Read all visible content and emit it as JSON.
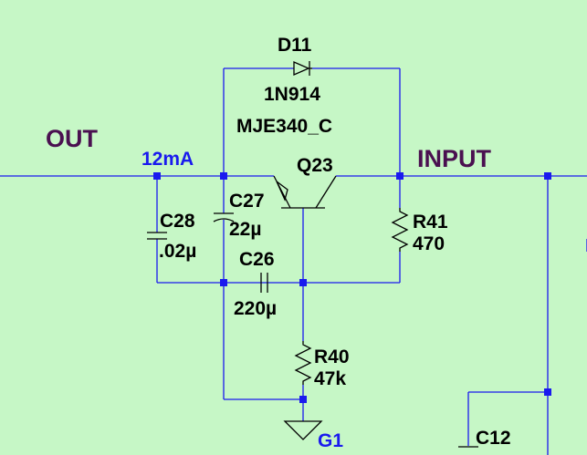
{
  "colors": {
    "background": "#c6f7c6",
    "wire": "#1a1aee",
    "node": "#1a1aee",
    "component": "#000000",
    "net_label": "#4a1050",
    "annotation": "#1a1aee",
    "ground_label": "#1a1aee"
  },
  "net_labels": {
    "out": "OUT",
    "input": "INPUT",
    "current": "12mA",
    "ground": "G1"
  },
  "components": {
    "d11": {
      "ref": "D11",
      "value": "1N914"
    },
    "q23": {
      "ref": "Q23",
      "model": "MJE340_C"
    },
    "c27": {
      "ref": "C27",
      "value": "22µ"
    },
    "c28": {
      "ref": "C28",
      "value": ".02µ"
    },
    "c26": {
      "ref": "C26",
      "value": "220µ"
    },
    "r41": {
      "ref": "R41",
      "value": "470"
    },
    "r40": {
      "ref": "R40",
      "value": "47k"
    },
    "c12": {
      "ref": "C12"
    }
  }
}
